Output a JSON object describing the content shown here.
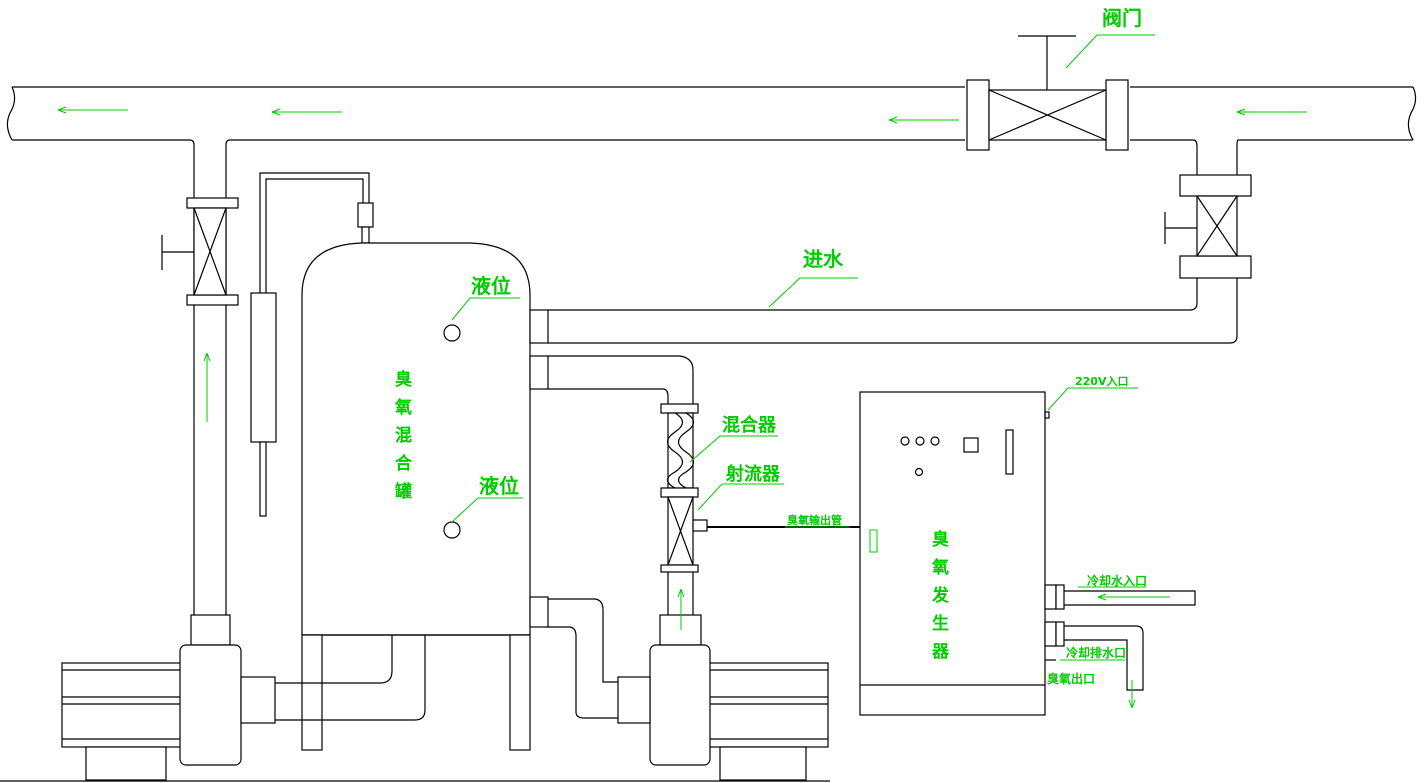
{
  "labels": {
    "valve": "阀门",
    "water_in": "进水",
    "level_top": "液位",
    "level_bottom": "液位",
    "mixer": "混合器",
    "ejector": "射流器",
    "ozone_out_pipe": "臭氧输出管",
    "power_in": "220V入口",
    "cooling_in": "冷却水入口",
    "cooling_out": "冷却排水口",
    "ozone_outlet": "臭氧出口"
  },
  "tank_label": [
    "臭",
    "氧",
    "混",
    "合",
    "罐"
  ],
  "generator_label": [
    "臭",
    "氧",
    "发",
    "生",
    "器"
  ],
  "colors": {
    "line": "#000000",
    "annotation": "#00cc00",
    "background": "#ffffff"
  }
}
